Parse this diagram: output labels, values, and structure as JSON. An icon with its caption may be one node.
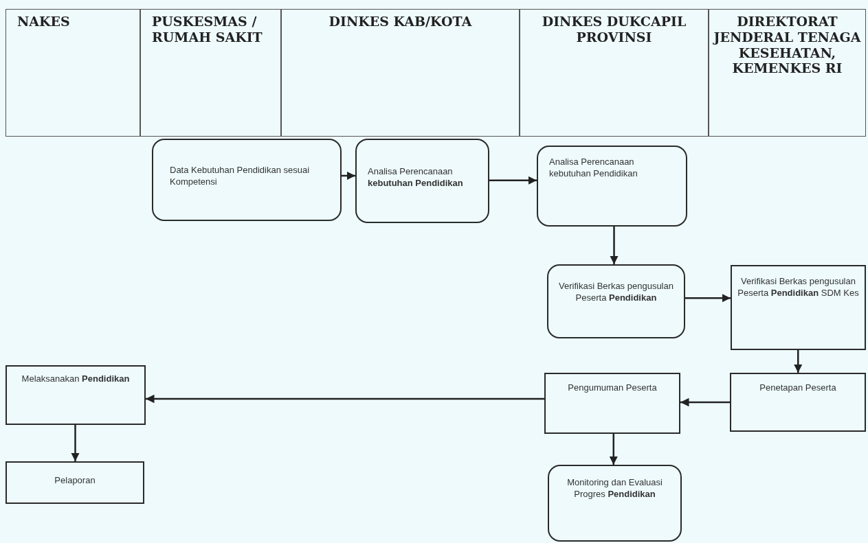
{
  "diagram": {
    "nodes": [
      {
        "text": [
          "NAKES"
        ]
      },
      {
        "text": [
          "PUSKESMAS / RUMAH SAKIT"
        ]
      },
      {
        "text": [
          "DINKES KAB/KOTA"
        ]
      },
      {
        "text": [
          "DINKES DUKCAPIL PROVINSI"
        ]
      },
      {
        "text": [
          "DIREKTORAT JENDERAL TENAGA KESEHATAN, KEMENKES RI"
        ]
      },
      {
        "text": [
          "Data Kebutuhan Pendidikan sesuai Kompetensi"
        ]
      },
      {
        "text": [
          "Analisa Perencanaan **kebutuhan Pendidikan**"
        ]
      },
      {
        "text": [
          "Analisa Perencanaan kebutuhan Pendidikan"
        ]
      },
      {
        "text": [
          "Verifikasi Berkas pengusulan Peserta **Pendidikan**"
        ]
      },
      {
        "text": [
          "Verifikasi Berkas pengusulan Peserta **Pendidikan** SDM Kes"
        ]
      },
      {
        "text": [
          "Penetapan Peserta"
        ]
      },
      {
        "text": [
          "Pengumuman Peserta"
        ]
      },
      {
        "text": [
          "Melaksanakan **Pendidikan**"
        ]
      },
      {
        "text": [
          "Pelaporan"
        ]
      },
      {
        "text": [
          "Monitoring dan Evaluasi Progres **Pendidikan**"
        ]
      }
    ],
    "edges": [
      {
        "from": 5,
        "to": 6,
        "arrow": "to"
      },
      {
        "from": 6,
        "to": 7,
        "arrow": "to"
      },
      {
        "from": 7,
        "to": 8,
        "arrow": "to"
      },
      {
        "from": 8,
        "to": 9,
        "arrow": "to"
      },
      {
        "from": 9,
        "to": 10,
        "arrow": "to"
      },
      {
        "from": 10,
        "to": 11,
        "arrow": "to"
      },
      {
        "from": 11,
        "to": 12,
        "arrow": "to"
      },
      {
        "from": 12,
        "to": 13,
        "arrow": "to"
      },
      {
        "from": 11,
        "to": 14,
        "arrow": "to"
      }
    ]
  }
}
